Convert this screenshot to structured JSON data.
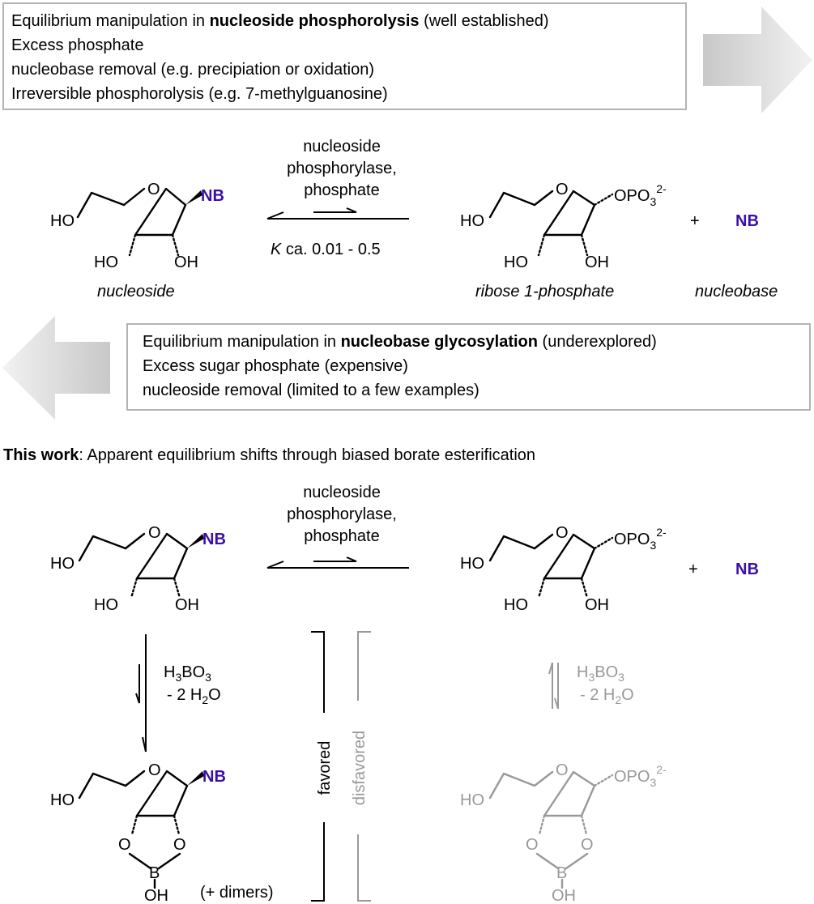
{
  "top_box": {
    "line1_prefix": "Equilibrium manipulation in ",
    "line1_bold": "nucleoside phosphorolysis",
    "line1_suffix": " (well established)",
    "line2": "Excess phosphate",
    "line3": "nucleobase removal (e.g. precipiation or oxidation)",
    "line4": "Irreversible phosphorolysis (e.g. 7-methylguanosine)"
  },
  "reaction1": {
    "enzyme_line1": "nucleoside",
    "enzyme_line2": "phosphorylase,",
    "enzyme_line3": "phosphate",
    "k_symbol": "K",
    "k_value": " ca. 0.01 - 0.5",
    "label_nucleoside": "nucleoside",
    "label_r1p": "ribose 1-phosphate",
    "label_nucleobase": "nucleobase",
    "plus": "+"
  },
  "middle_box": {
    "line1_prefix": "Equilibrium manipulation in ",
    "line1_bold": "nucleobase glycosylation",
    "line1_suffix": " (underexplored)",
    "line2": "Excess sugar phosphate (expensive)",
    "line3": "nucleoside removal (limited to a few examples)"
  },
  "this_work": {
    "bold": "This work",
    "rest": ": Apparent equilibrium shifts through biased borate esterification"
  },
  "reaction2": {
    "enzyme_line1": "nucleoside",
    "enzyme_line2": "phosphorylase,",
    "enzyme_line3": "phosphate",
    "plus": "+",
    "reagent": "H3BO3",
    "water": "- 2 H2O",
    "favored": "favored",
    "disfavored": "disfavored",
    "dimers": "(+ dimers)"
  },
  "labels": {
    "NB": "NB",
    "HO": "HO",
    "OH": "OH",
    "O": "O",
    "B": "B",
    "OPO3": "OPO",
    "sub3": "3",
    "sup2minus": "2-"
  },
  "colors": {
    "nucleobase": "#3b0fa6",
    "disfavored_gray": "#999999",
    "box_border": "#b3b3b3",
    "arrow_fill_dark": "#bdbdbd"
  },
  "icons": {
    "forward_arrow": "block-arrow-right",
    "backward_arrow": "block-arrow-left",
    "equilibrium": "equilibrium-harpoons"
  }
}
